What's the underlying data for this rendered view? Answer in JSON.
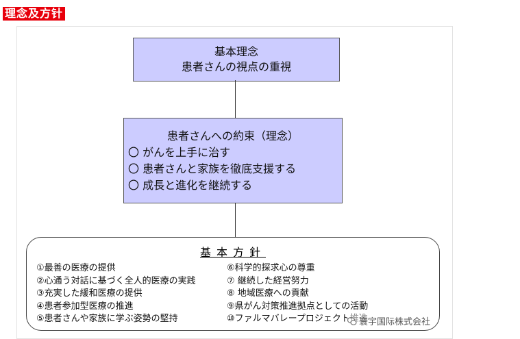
{
  "header": {
    "title": "理念及方针"
  },
  "diagram": {
    "philosophy": {
      "line1": "基本理念",
      "line2": "患者さんの視点の重視"
    },
    "promise": {
      "title": "患者さんへの約束（理念）",
      "items": [
        "〇 がんを上手に治す",
        "〇 患者さんと家族を徹底支援する",
        "〇 成長と進化を継続する"
      ]
    },
    "policy": {
      "title": "基本方針",
      "left": [
        "①最善の医療の提供",
        "②心通う対話に基づく全人的医療の実践",
        "③充実した緩和医療の提供",
        "④患者参加型医療の推進",
        "⑤患者さんや家族に学ぶ姿勢の堅持"
      ],
      "right": [
        "⑥科学的探求心の尊重",
        "⑦ 継続した経営努力",
        "⑧ 地域医療への貢献",
        "⑨県がん対策推進拠点としての活動",
        "⑩ファルマバレープロジェクト推進"
      ]
    }
  },
  "watermark": {
    "text": "寰宇国际株式会社",
    "icon": "wechat-logo-icon"
  }
}
